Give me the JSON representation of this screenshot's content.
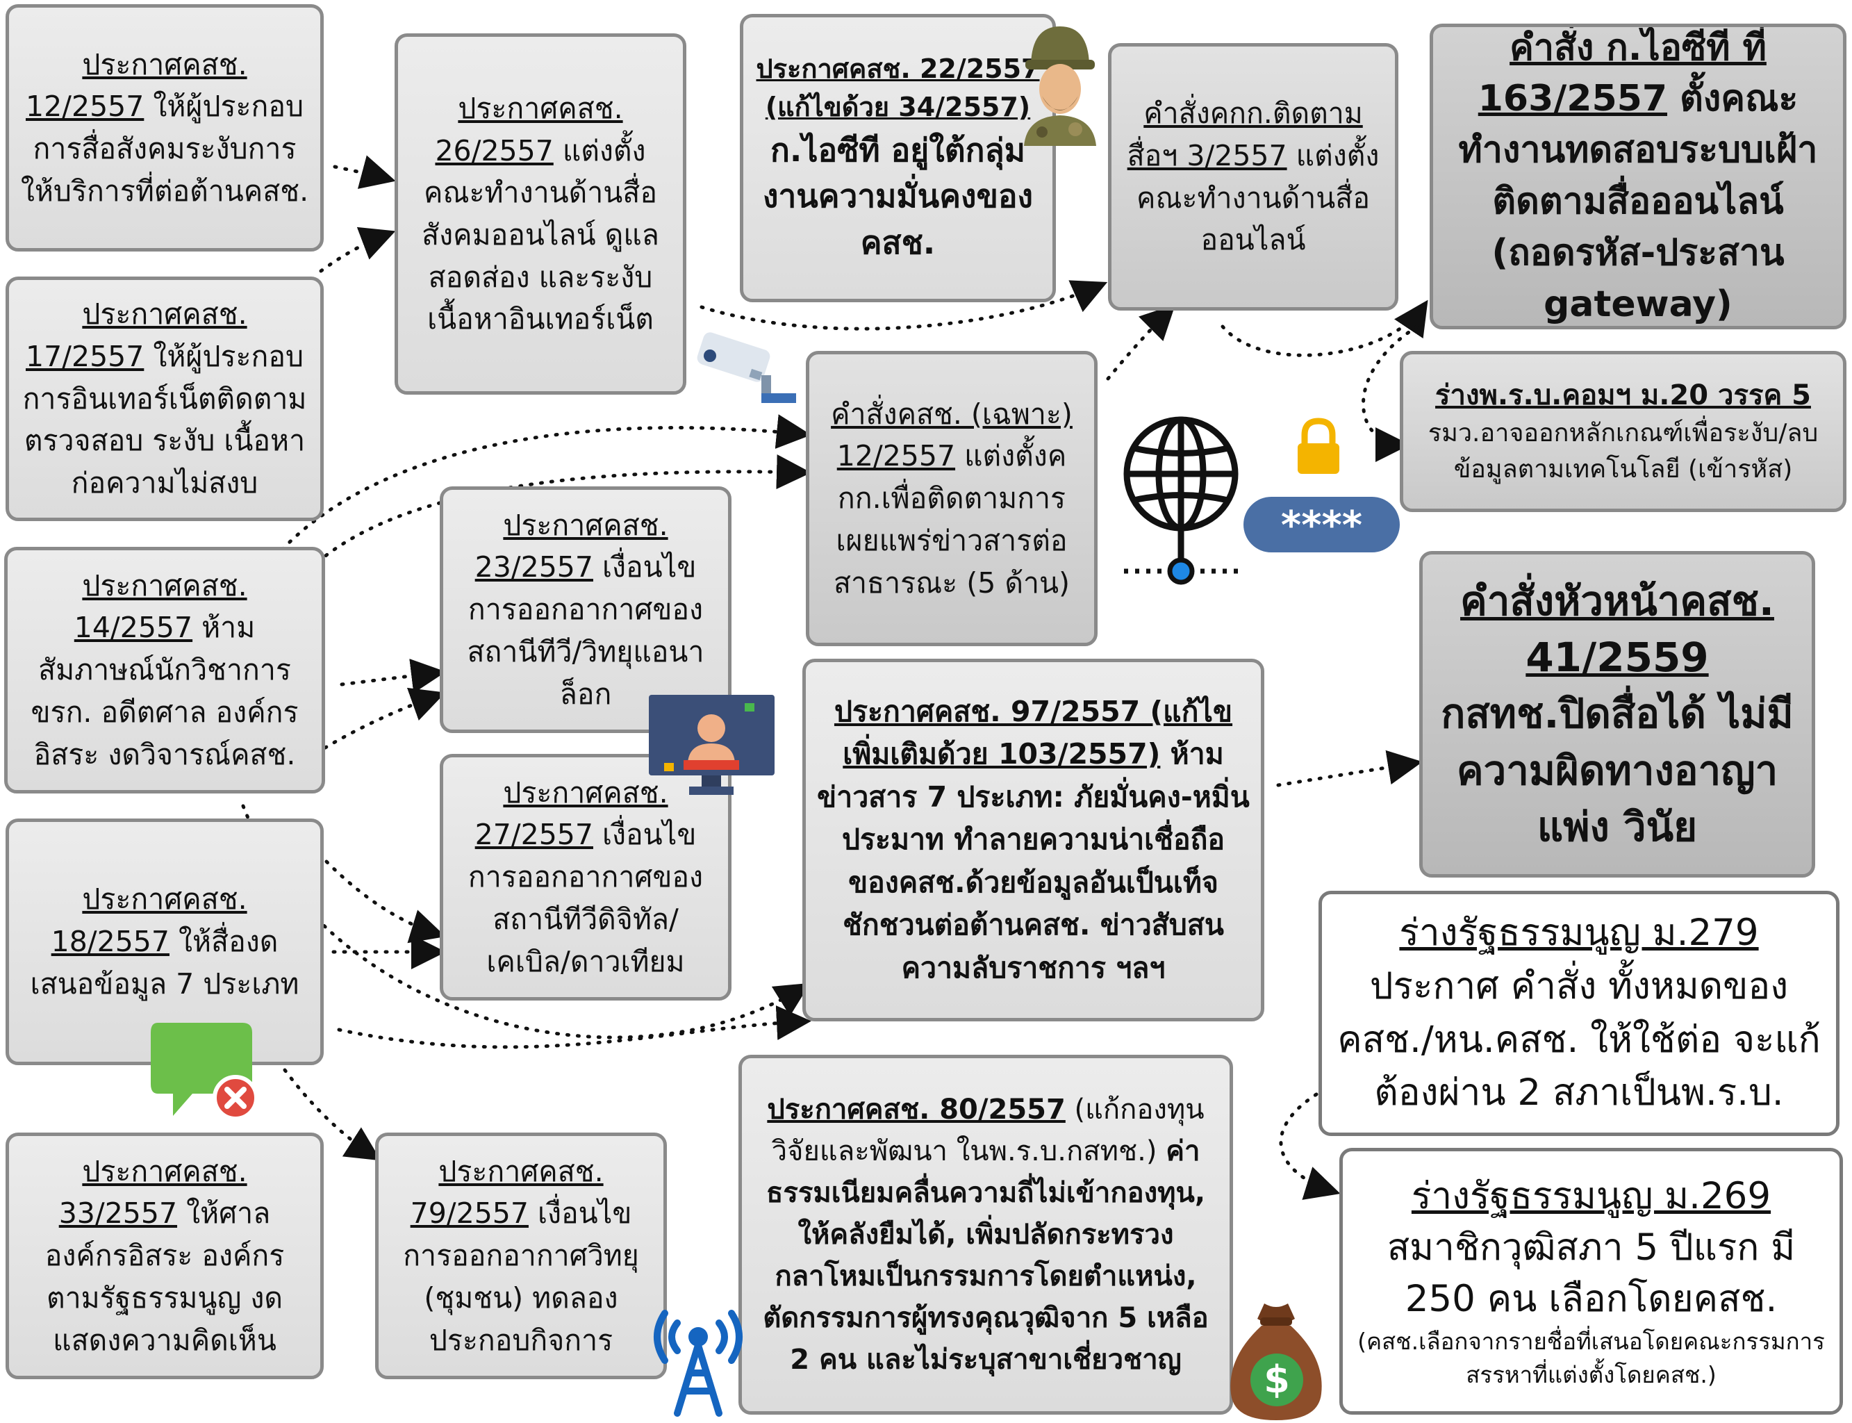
{
  "boxes": {
    "b12": {
      "ref": "ประกาศคสช. 12/2557",
      "text": "ให้ผู้ประกอบการสื่อสังคมระงับการให้บริการที่ต่อต้านคสช."
    },
    "b17": {
      "ref": "ประกาศคสช. 17/2557",
      "text": "ให้ผู้ประกอบการอินเทอร์เน็ตติดตาม ตรวจสอบ ระงับ เนื้อหาก่อความไม่สงบ"
    },
    "b14": {
      "ref": "ประกาศคสช. 14/2557",
      "text": "ห้ามสัมภาษณ์นักวิชาการ ขรก. อดีตศาล องค์กรอิสระ งดวิจารณ์คสช."
    },
    "b18": {
      "ref": "ประกาศคสช. 18/2557",
      "text": "ให้สื่องดเสนอข้อมูล 7 ประเภท"
    },
    "b33": {
      "ref": "ประกาศคสช. 33/2557",
      "text": "ให้ศาล องค์กรอิสระ องค์กรตามรัฐธรรมนูญ งดแสดงความคิดเห็น"
    },
    "b26": {
      "ref": "ประกาศคสช. 26/2557",
      "text": "แต่งตั้งคณะทำงานด้านสื่อสังคมออนไลน์ ดูแล สอดส่อง และระงับเนื้อหาอินเทอร์เน็ต"
    },
    "b23": {
      "ref": "ประกาศคสช. 23/2557",
      "text": "เงื่อนไขการออกอากาศของสถานีทีวี/วิทยุแอนาล็อก"
    },
    "b27": {
      "ref": "ประกาศคสช. 27/2557",
      "text": "เงื่อนไขการออกอากาศของสถานีทีวีดิจิทัล/เคเบิล/ดาวเทียม"
    },
    "b79": {
      "ref": "ประกาศคสช. 79/2557",
      "text": "เงื่อนไขการออกอากาศวิทยุ (ชุมชน) ทดลองประกอบกิจการ"
    },
    "b22": {
      "ref": "ประกาศคสช. 22/2557 (แก้ไขด้วย 34/2557)",
      "text": "ก.ไอซีที อยู่ใต้กลุ่มงานความมั่นคงของคสช."
    },
    "bOrder12": {
      "ref": "คำสั่งคสช. (เฉพาะ) 12/2557",
      "text": "แต่งตั้งคกก.เพื่อติดตามการเผยแพร่ข่าวสารต่อสาธารณะ (5 ด้าน)"
    },
    "bMon": {
      "ref": "คำสั่งคกก.ติดตามสื่อฯ 3/2557",
      "text": "แต่งตั้งคณะทำงานด้านสื่อออนไลน์"
    },
    "bICT": {
      "title": "คำสั่ง ก.ไอซีที ที่",
      "ref": "163/2557",
      "text": "ตั้งคณะทำงานทดสอบระบบเฝ้าติดตามสื่อออนไลน์ (ถอดรหัส-ประสาน gateway)"
    },
    "bDraft20": {
      "ref": "ร่างพ.ร.บ.คอมฯ ม.20 วรรค 5",
      "text": "รมว.อาจออกหลักเกณฑ์เพื่อระงับ/ลบข้อมูลตามเทคโนโลยี (เข้ารหัส)"
    },
    "b97": {
      "ref": "ประกาศคสช. 97/2557 (แก้ไขเพิ่มเติมด้วย 103/2557)",
      "text": "ห้ามข่าวสาร 7 ประเภท: ภัยมั่นคง-หมิ่นประมาท ทำลายความน่าเชื่อถือของคสช.ด้วยข้อมูลอันเป็นเท็จ ชักชวนต่อต้านคสช. ข่าวสับสน ความลับราชการ ฯลฯ"
    },
    "b80": {
      "ref": "ประกาศคสช. 80/2557",
      "note": "(แก้กองทุนวิจัยและพัฒนา ในพ.ร.บ.กสทช.)",
      "text": "ค่าธรรมเนียมคลื่นความถี่ไม่เข้ากองทุน, ให้คลังยืมได้, เพิ่มปลัดกระทรวงกลาโหมเป็นกรรมการโดยตำแหน่ง, ตัดกรรมการผู้ทรงคุณวุฒิจาก 5 เหลือ 2 คน และไม่ระบุสาขาเชี่ยวชาญ"
    },
    "b41": {
      "ref1": "คำสั่งหัวหน้าคสช.",
      "ref2": "41/2559",
      "text": "กสทช.ปิดสื่อได้ ไม่มีความผิดทางอาญา แพ่ง วินัย"
    },
    "b279": {
      "ref": "ร่างรัฐธรรมนูญ ม.279",
      "text": "ประกาศ คำสั่ง ทั้งหมดของคสช./หน.คสช. ให้ใช้ต่อ จะแก้ต้องผ่าน 2 สภาเป็นพ.ร.บ."
    },
    "b269": {
      "ref": "ร่างรัฐธรรมนูญ ม.269",
      "text": "สมาชิกวุฒิสภา 5 ปีแรก มี 250 คน เลือกโดยคสช.",
      "note": "(คสช.เลือกจากรายชื่อที่เสนอโดยคณะกรรมการสรรหาที่แต่งตั้งโดยคสช.)"
    }
  },
  "icons": {
    "password_mask": "****",
    "money_symbol": "$",
    "names": [
      "soldier-icon",
      "cctv-camera-icon",
      "globe-network-icon",
      "padlock-icon",
      "password-field-icon",
      "tv-presenter-icon",
      "blocked-message-icon",
      "radio-tower-icon",
      "money-bag-icon"
    ]
  },
  "colors": {
    "box_border": "#8a8a8a",
    "box_light": "#e4e4e4",
    "box_dark": "#c4c4c4",
    "arrow": "#111111",
    "globe_dot": "#1e88e5",
    "lock_gold": "#f4b400",
    "password_field": "#4a6fa5",
    "chat_green": "#6cbf4a",
    "blocked_red": "#e04a3f",
    "tower_blue": "#1565c0",
    "money_bag": "#8d4e2a",
    "money_green": "#3fa34d"
  }
}
